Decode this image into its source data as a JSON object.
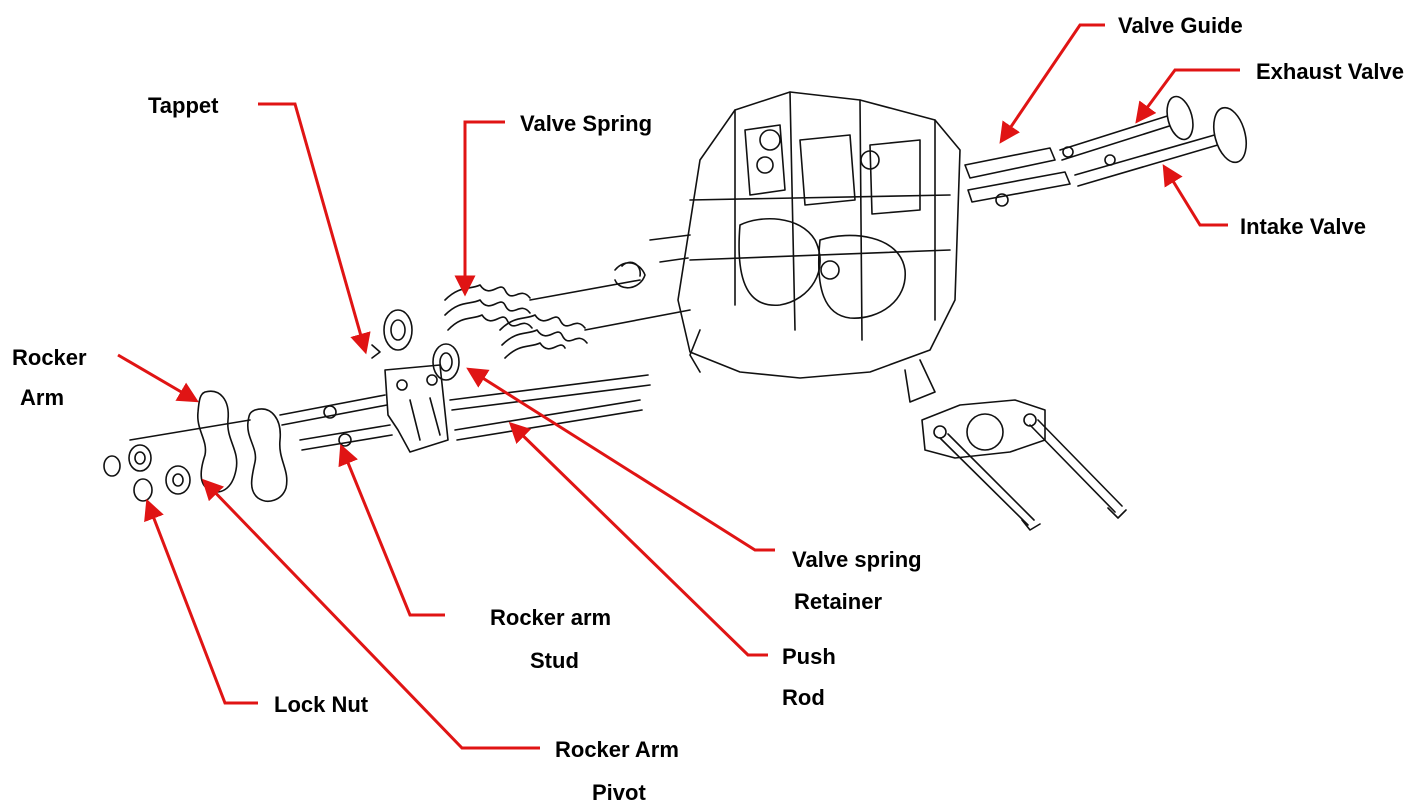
{
  "colors": {
    "leader": "#e01414",
    "text": "#000000",
    "drawing": "#111111",
    "background": "#ffffff"
  },
  "labels": {
    "valve_guide": "Valve Guide",
    "exhaust_valve": "Exhaust Valve",
    "intake_valve": "Intake Valve",
    "tappet": "Tappet",
    "valve_spring": "Valve Spring",
    "rocker_arm_line1": "Rocker",
    "rocker_arm_line2": "Arm",
    "valve_spring_retainer_line1": "Valve spring",
    "valve_spring_retainer_line2": "Retainer",
    "rocker_arm_stud_line1": "Rocker arm",
    "rocker_arm_stud_line2": "Stud",
    "push_rod_line1": "Push",
    "push_rod_line2": "Rod",
    "lock_nut": "Lock Nut",
    "rocker_arm_pivot_line1": "Rocker Arm",
    "rocker_arm_pivot_line2": "Pivot"
  }
}
